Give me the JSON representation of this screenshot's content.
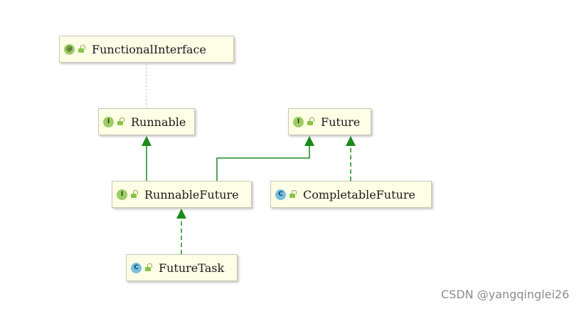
{
  "nodes": [
    {
      "id": "functional-interface",
      "kind": "annotation",
      "kind_letter": "@",
      "label": "FunctionalInterface"
    },
    {
      "id": "runnable",
      "kind": "interface",
      "kind_letter": "I",
      "label": "Runnable"
    },
    {
      "id": "future",
      "kind": "interface",
      "kind_letter": "I",
      "label": "Future"
    },
    {
      "id": "runnable-future",
      "kind": "interface",
      "kind_letter": "I",
      "label": "RunnableFuture"
    },
    {
      "id": "completable-future",
      "kind": "class",
      "kind_letter": "C",
      "label": "CompletableFuture"
    },
    {
      "id": "future-task",
      "kind": "class",
      "kind_letter": "C",
      "label": "FutureTask"
    }
  ],
  "edges": [
    {
      "from": "runnable",
      "to": "functional-interface",
      "type": "annotation"
    },
    {
      "from": "runnable-future",
      "to": "runnable",
      "type": "extends"
    },
    {
      "from": "runnable-future",
      "to": "future",
      "type": "extends"
    },
    {
      "from": "completable-future",
      "to": "future",
      "type": "implements"
    },
    {
      "from": "future-task",
      "to": "runnable-future",
      "type": "implements"
    }
  ],
  "colors": {
    "node_fill": "#fefee6",
    "node_border": "#c8c8b4",
    "edge": "#1a8a1a",
    "annotation_edge": "#b8b8a8",
    "interface_icon": "#9ccc65",
    "class_icon": "#75bfe0"
  },
  "icons": {
    "annotation": "annotation-icon",
    "interface": "interface-icon",
    "class": "class-icon",
    "visibility": "public-lock-icon"
  },
  "watermark": "CSDN @yangqinglei26"
}
